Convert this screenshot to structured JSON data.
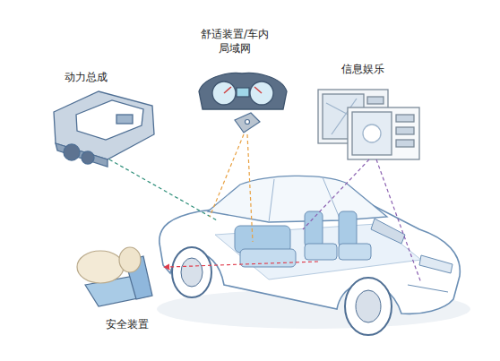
{
  "diagram": {
    "labels": [
      "动力总成",
      "舒适装置/车内 局域网",
      "信息娱乐",
      "安全装置"
    ]
  }
}
